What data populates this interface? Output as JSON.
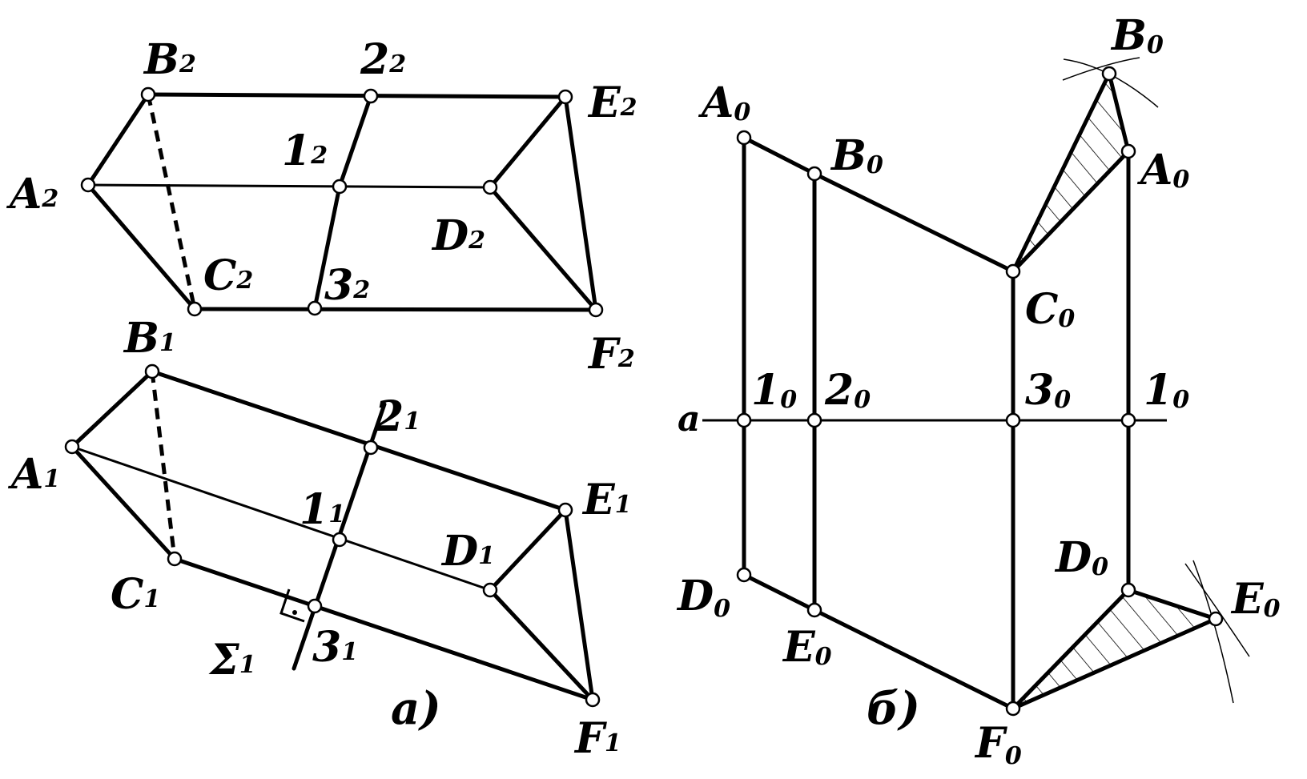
{
  "panels": {
    "a": {
      "caption": "а)",
      "view2": {
        "A": {
          "base": "A",
          "sub": "2"
        },
        "B": {
          "base": "B",
          "sub": "2"
        },
        "C": {
          "base": "C",
          "sub": "2"
        },
        "D": {
          "base": "D",
          "sub": "2"
        },
        "E": {
          "base": "E",
          "sub": "2"
        },
        "F": {
          "base": "F",
          "sub": "2"
        },
        "p1": {
          "base": "1",
          "sub": "2"
        },
        "p2": {
          "base": "2",
          "sub": "2"
        },
        "p3": {
          "base": "3",
          "sub": "2"
        }
      },
      "view1": {
        "A": {
          "base": "A",
          "sub": "1"
        },
        "B": {
          "base": "B",
          "sub": "1"
        },
        "C": {
          "base": "C",
          "sub": "1"
        },
        "D": {
          "base": "D",
          "sub": "1"
        },
        "E": {
          "base": "E",
          "sub": "1"
        },
        "F": {
          "base": "F",
          "sub": "1"
        },
        "p1": {
          "base": "1",
          "sub": "1"
        },
        "p2": {
          "base": "2",
          "sub": "1"
        },
        "p3": {
          "base": "3",
          "sub": "1"
        },
        "plane": {
          "base": "Σ",
          "sub": "1"
        }
      }
    },
    "b": {
      "caption": "б)",
      "axis_label": "a",
      "points": {
        "A_left": {
          "base": "A",
          "sub": "0"
        },
        "B_left": {
          "base": "B",
          "sub": "0"
        },
        "C": {
          "base": "C",
          "sub": "0"
        },
        "B_top": {
          "base": "B",
          "sub": "0"
        },
        "A_right": {
          "base": "A",
          "sub": "0"
        },
        "p1_left": {
          "base": "1",
          "sub": "0"
        },
        "p2": {
          "base": "2",
          "sub": "0"
        },
        "p3": {
          "base": "3",
          "sub": "0"
        },
        "p1_right": {
          "base": "1",
          "sub": "0"
        },
        "D_left": {
          "base": "D",
          "sub": "0"
        },
        "E_left": {
          "base": "E",
          "sub": "0"
        },
        "F": {
          "base": "F",
          "sub": "0"
        },
        "D_right": {
          "base": "D",
          "sub": "0"
        },
        "E_right": {
          "base": "E",
          "sub": "0"
        }
      }
    }
  }
}
